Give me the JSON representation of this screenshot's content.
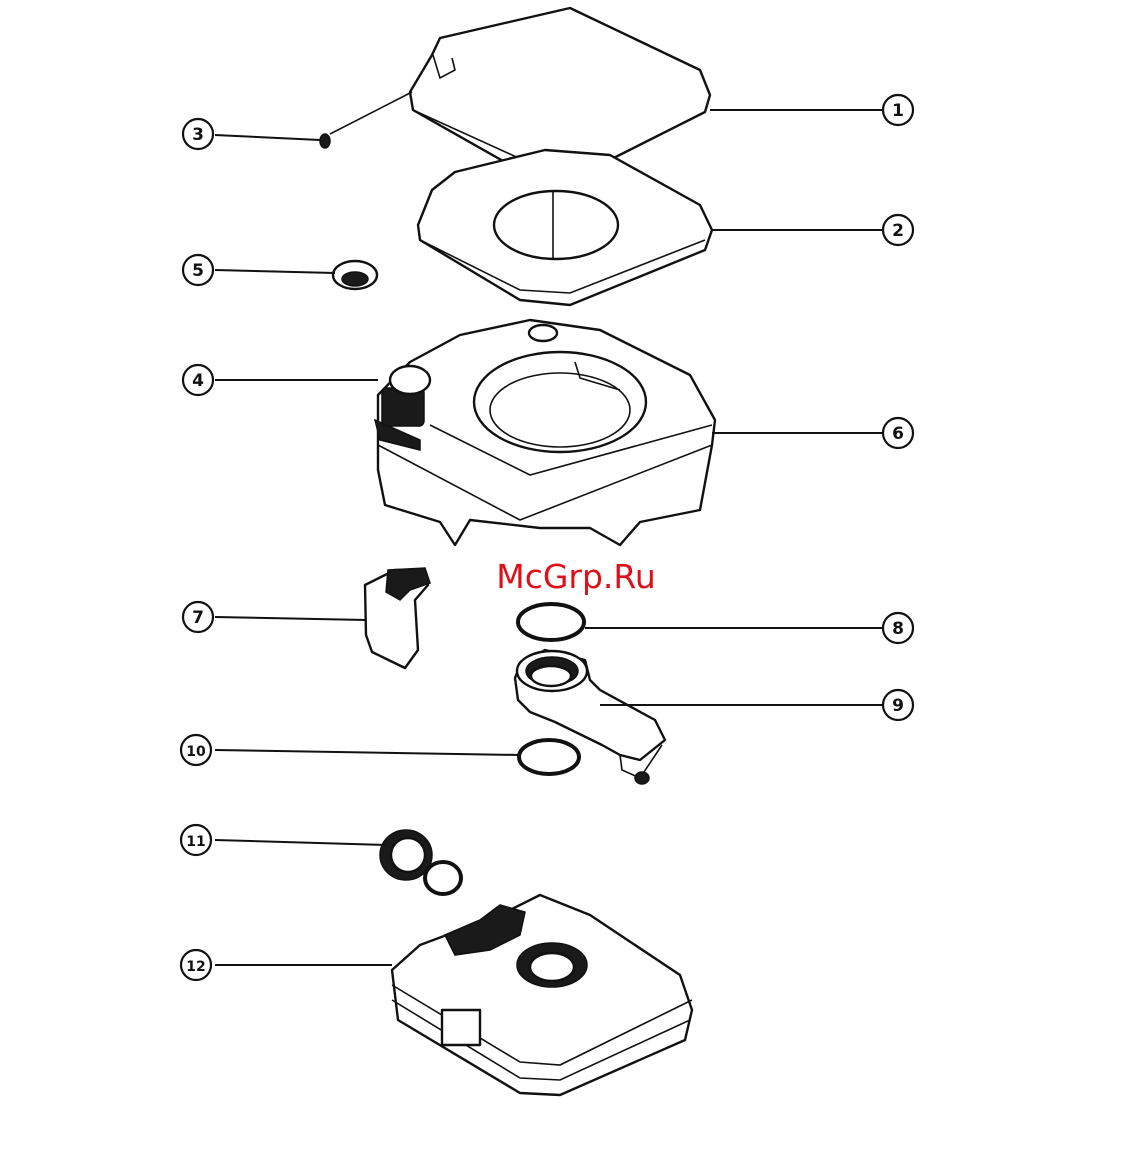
{
  "callouts": [
    {
      "label": "1"
    },
    {
      "label": "2"
    },
    {
      "label": "3"
    },
    {
      "label": "4"
    },
    {
      "label": "5"
    },
    {
      "label": "6"
    },
    {
      "label": "7"
    },
    {
      "label": "8"
    },
    {
      "label": "9"
    },
    {
      "label": "10"
    },
    {
      "label": "11"
    },
    {
      "label": "12"
    }
  ],
  "watermark": "McGrp.Ru"
}
